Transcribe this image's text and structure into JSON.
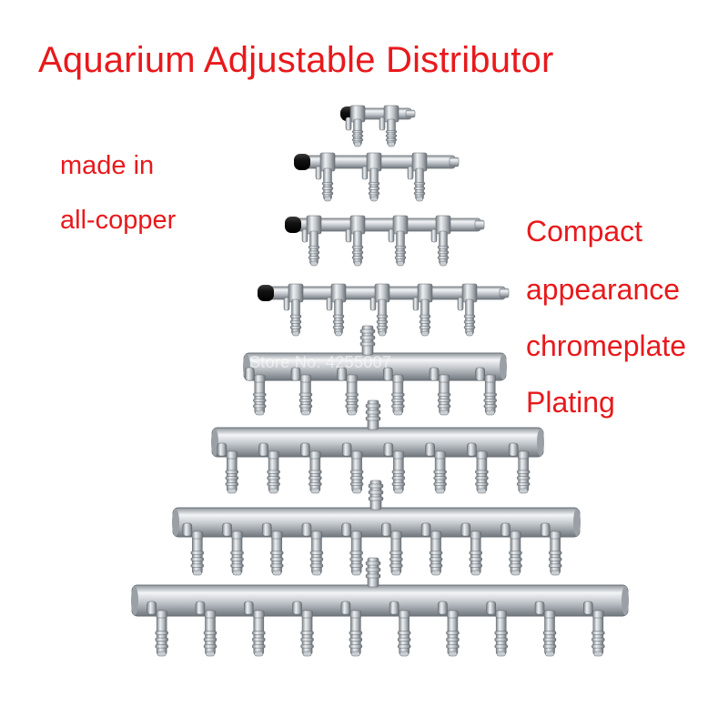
{
  "title": "Aquarium Adjustable Distributor",
  "material_note": [
    "made in",
    "all-copper"
  ],
  "features": [
    "Compact",
    "appearance",
    "chromeplate",
    "Plating"
  ],
  "watermark": "Store No: 4255007",
  "colors": {
    "text_accent": "#e8191c",
    "metal": "#b8bdc2",
    "cap": "#1a1a1a"
  },
  "products": [
    {
      "outlets": 2,
      "style": "valve-with-end-cap"
    },
    {
      "outlets": 3,
      "style": "valve-with-end-cap"
    },
    {
      "outlets": 4,
      "style": "valve-with-end-cap"
    },
    {
      "outlets": 5,
      "style": "valve-with-end-cap"
    },
    {
      "outlets": 6,
      "style": "manifold-with-top-inlet"
    },
    {
      "outlets": 8,
      "style": "manifold-with-top-inlet"
    },
    {
      "outlets": 10,
      "style": "manifold-with-top-inlet"
    },
    {
      "outlets": 10,
      "style": "manifold-with-top-inlet"
    }
  ]
}
